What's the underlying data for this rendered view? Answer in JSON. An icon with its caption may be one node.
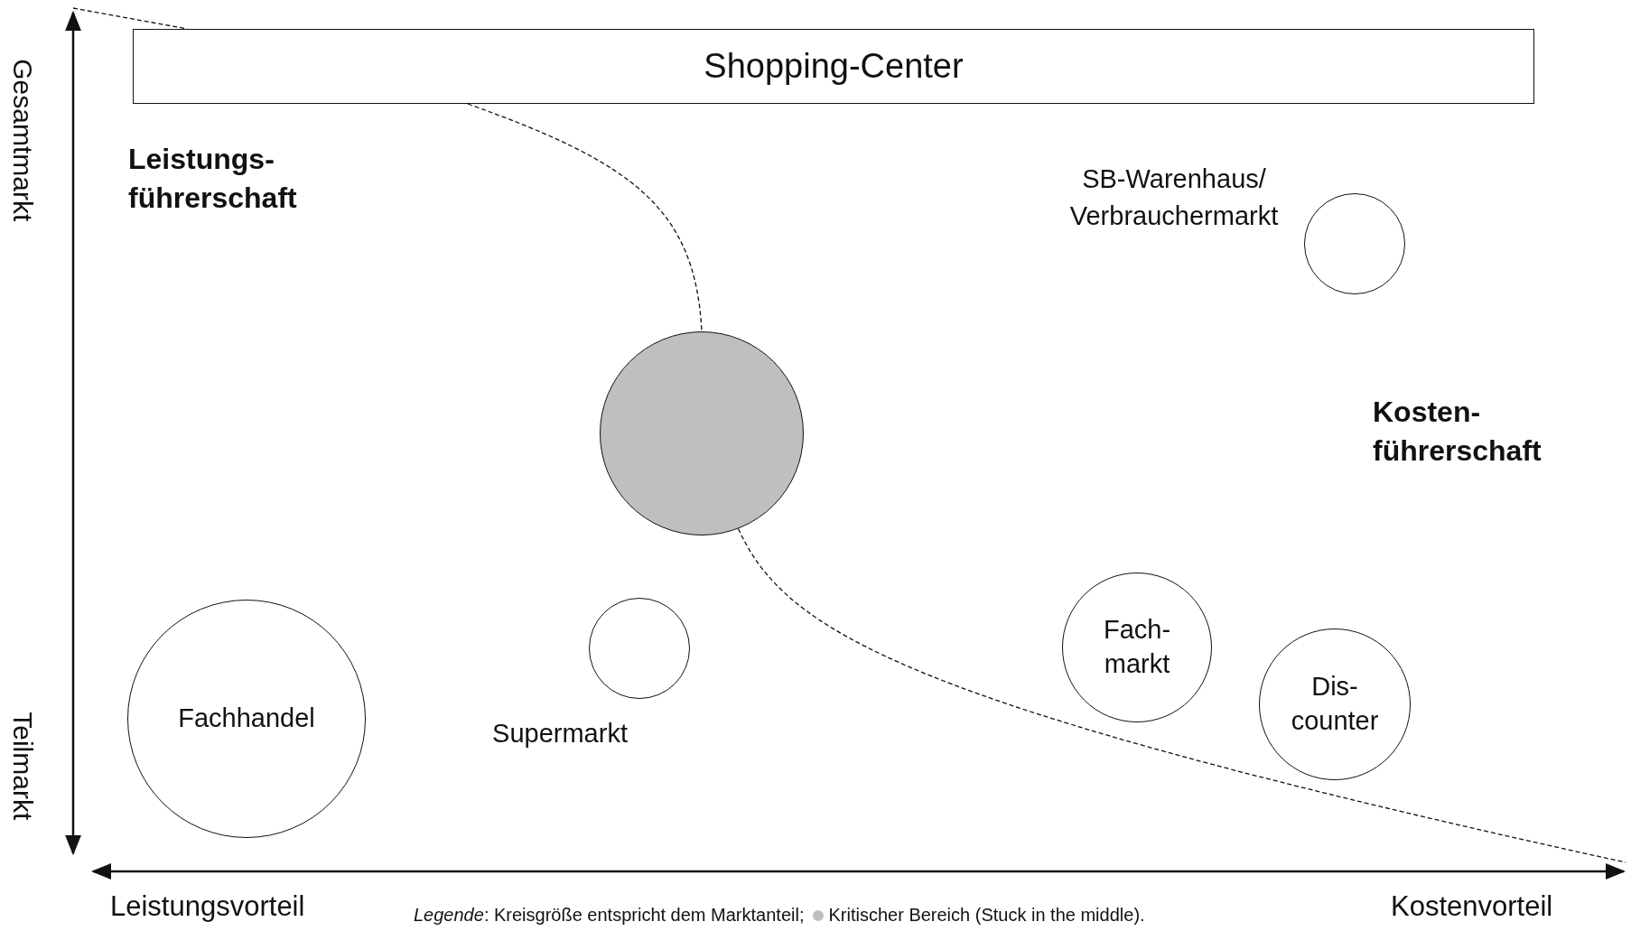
{
  "diagram": {
    "nodes": [
      {
        "text": [
          "Shopping-Center"
        ]
      },
      {
        "text": [],
        "shape": "circle",
        "beside": [
          "SB-Warenhaus/ Verbrauchermarkt"
        ]
      },
      {
        "text": [],
        "shape": "circle"
      },
      {
        "text": [
          "Fach- markt"
        ]
      },
      {
        "text": [],
        "shape": "circle",
        "beside": [
          "Supermarkt"
        ]
      },
      {
        "text": [
          "Fachhandel"
        ]
      },
      {
        "text": [
          "Dis- counter"
        ]
      }
    ],
    "edges": [
      {
        "from": null,
        "to": 0,
        "arrow": "none",
        "style": "dashed"
      },
      {
        "from": 0,
        "to": 2,
        "arrow": "none",
        "style": "dashed"
      },
      {
        "from": 2,
        "to": null,
        "arrow": "none",
        "style": "dashed"
      }
    ],
    "labels": [
      "Gesamtmarkt",
      "Leistungs- führerschaft",
      "Kosten- führerschaft",
      "Teilmarkt",
      "Leistungsvorteil",
      "*Legende*: Kreisgröße entspricht dem Marktanteil;",
      "Kostenvorteil"
    ],
    "legend": [
      {
        "text": "Kritischer Bereich (Stuck in the middle).",
        "color": "#bfbfbf"
      }
    ]
  }
}
